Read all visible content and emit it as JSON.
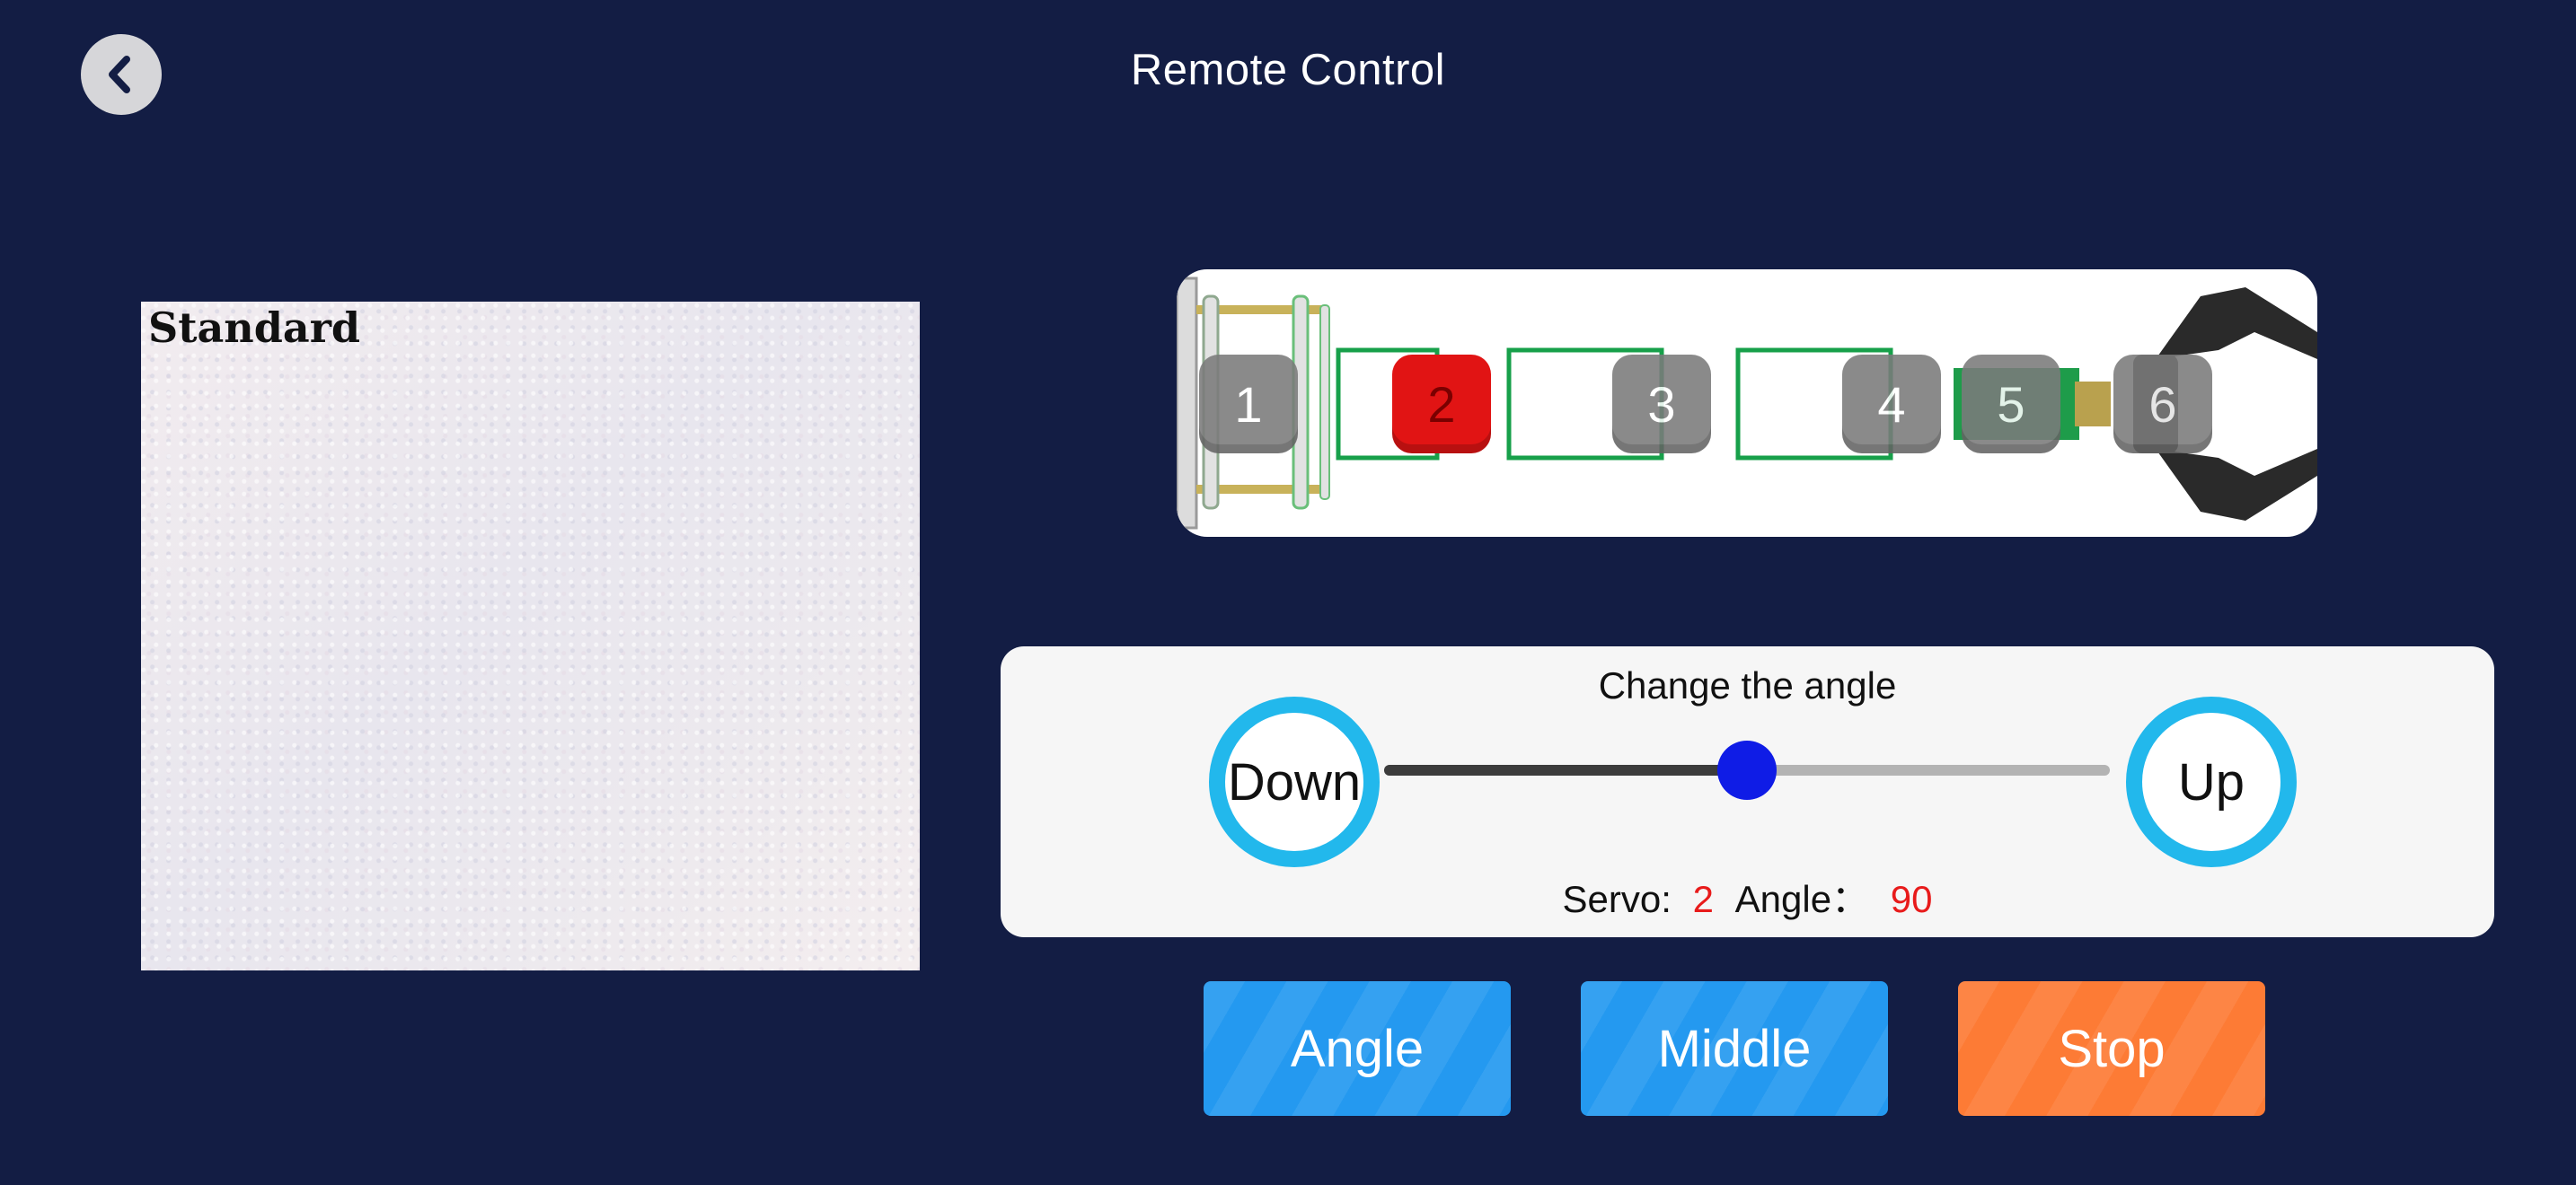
{
  "header": {
    "title": "Remote Control",
    "back_icon": "chevron-left-icon"
  },
  "camera": {
    "mode_label": "Standard"
  },
  "arm": {
    "servos": [
      {
        "id": "1",
        "label": "1",
        "selected": false
      },
      {
        "id": "2",
        "label": "2",
        "selected": true
      },
      {
        "id": "3",
        "label": "3",
        "selected": false
      },
      {
        "id": "4",
        "label": "4",
        "selected": false
      },
      {
        "id": "5",
        "label": "5",
        "selected": false
      },
      {
        "id": "6",
        "label": "6",
        "selected": false
      }
    ],
    "selected_color": "#e11414",
    "servo_color": "#7b7b7b"
  },
  "control": {
    "title": "Change the angle",
    "down_label": "Down",
    "up_label": "Up",
    "slider_fraction": 0.5,
    "servo_label": "Servo:",
    "servo_value": "2",
    "angle_label": "Angle：",
    "angle_value": "90",
    "accent_color": "#22b8ec"
  },
  "actions": {
    "angle_label": "Angle",
    "middle_label": "Middle",
    "stop_label": "Stop"
  }
}
